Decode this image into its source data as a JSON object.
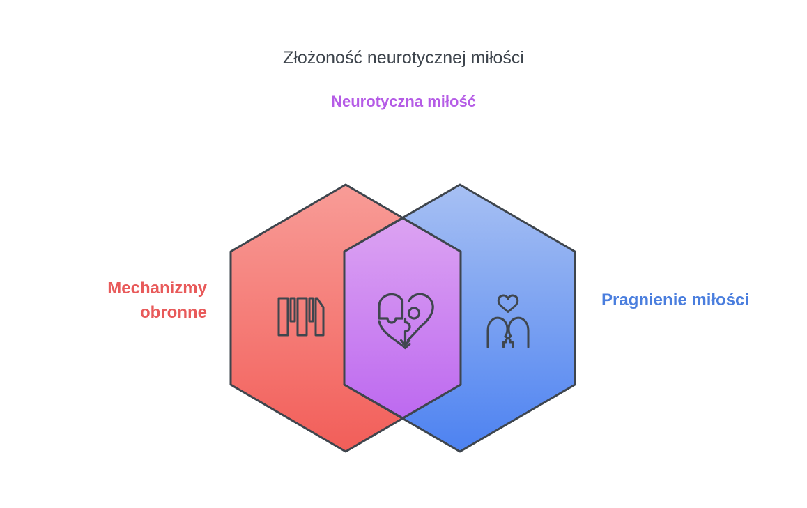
{
  "diagram": {
    "title": "Złożoność neurotycznej miłości",
    "center_label": "Neurotyczna miłość",
    "left_label": "Mechanizmy obronne",
    "right_label": "Pragnienie miłości",
    "background": "#ffffff",
    "outline_color": "#3e454d",
    "title_color": "#3d444c",
    "sections": [
      {
        "id": "left",
        "label": "Mechanizmy obronne",
        "label_color": "#e85a5a",
        "icon": "barrier-icon",
        "fill_top": "#f89c97",
        "fill_bottom": "#f25e59"
      },
      {
        "id": "overlap",
        "label": "Neurotyczna miłość",
        "label_color": "#b55ce6",
        "icon": "puzzle-heart-icon",
        "fill_top": "#dca3f2",
        "fill_bottom": "#bd69f0"
      },
      {
        "id": "right",
        "label": "Pragnienie miłości",
        "label_color": "#4a7ede",
        "icon": "people-heart-icon",
        "fill_top": "#a7c0f3",
        "fill_bottom": "#4d82f1"
      }
    ]
  }
}
